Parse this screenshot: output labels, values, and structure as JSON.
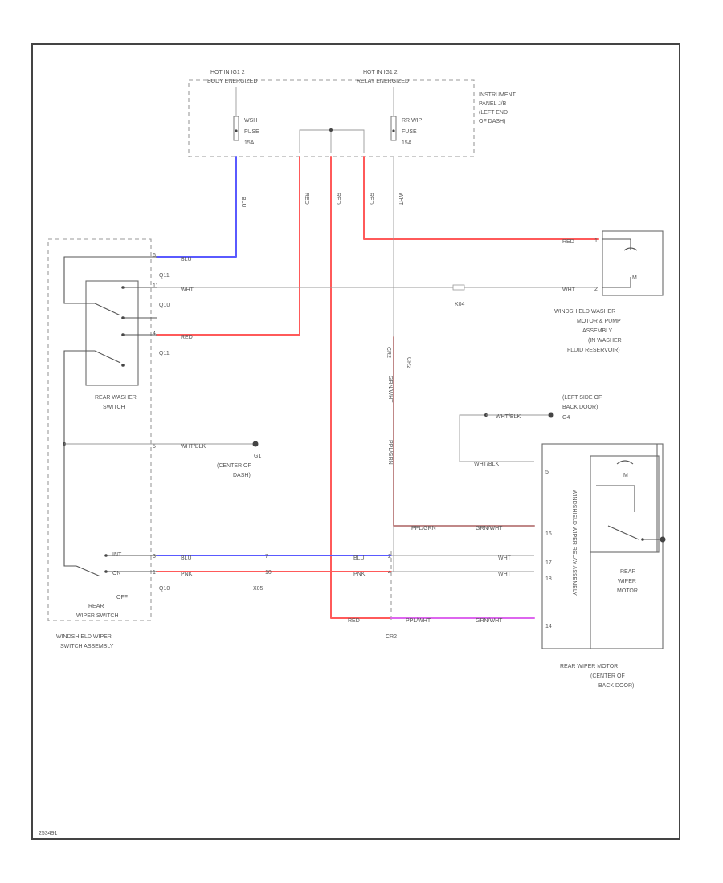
{
  "colors": {
    "red": "#ff5a5a",
    "blue": "#5a5aff",
    "violet": "#dd66ee",
    "gray": "#9a9a9a",
    "darkgray": "#888888"
  },
  "top": {
    "hot_left": "HOT IN IG1 2",
    "hot_left_sub": "BODY ENERGIZED",
    "hot_right": "HOT IN IG1 2",
    "hot_right_sub": "RELAY ENERGIZED",
    "fuse_left": [
      "WSH",
      "FUSE",
      "15A"
    ],
    "fuse_right": [
      "RR WIP",
      "FUSE",
      "15A"
    ],
    "panel": [
      "INSTRUMENT",
      "PANEL J/B",
      "(LEFT END",
      "OF DASH)"
    ]
  },
  "wires": {
    "blu_v": "BLU",
    "red_v1": "RED",
    "red_v2": "RED",
    "red_v3": "RED",
    "wht_v": "WHT",
    "blu_h": "BLU",
    "wht_h1": "WHT",
    "red_h1": "RED",
    "red_pump": "RED",
    "wht_pump": "WHT",
    "pplgrn_v": "PPL/GRN",
    "grnwht_v": "GRN/WHT",
    "pplgrn_h": "PPL/GRN",
    "grnwht_h": "GRN/WHT",
    "whtblk_g1": "WHT/BLK",
    "whtblk_g2": "WHT/BLK",
    "whtblk_top": "WHT/BLK",
    "blu_ct": "BLU",
    "pnk_ct": "PNK",
    "blu_ct2": "BLU",
    "pnk_ct2": "PNK",
    "wht_ct": "WHT",
    "wht_ct2": "WHT",
    "red_bot": "RED",
    "pplwht": "PPL/WHT",
    "grnwht_bot": "GRN/WHT"
  },
  "connectors": {
    "q11a": "Q11",
    "q10": "Q10",
    "q11b": "Q11",
    "q10b": "Q10",
    "k04": "K04",
    "cr2_a": "CR2",
    "cr2_b": "CR2",
    "cr2_c": "CR2",
    "x05": "X05"
  },
  "pins": {
    "p6": "6",
    "p11": "11",
    "p4": "4",
    "p5": "5",
    "p3": "3",
    "p1": "1",
    "p2": "2",
    "p7": "7",
    "p10": "10",
    "p2b": "2",
    "p4b": "4",
    "m5": "5",
    "m16": "16",
    "m17": "17",
    "m18": "18",
    "m14": "14"
  },
  "grounds": {
    "g01_name": "G1",
    "g01_loc": [
      "(CENTER OF",
      "DASH)"
    ],
    "g_door_loc": [
      "(LEFT SIDE OF",
      "BACK DOOR)"
    ],
    "g_door_name": "G4"
  },
  "switch": {
    "washer_label": [
      "REAR WASHER",
      "SWITCH"
    ],
    "wiper_labels": [
      "INT",
      "ON",
      "OFF"
    ],
    "wiper_name": [
      "REAR",
      "WIPER SWITCH"
    ],
    "assembly": [
      "WINDSHIELD WIPER",
      "SWITCH ASSEMBLY"
    ]
  },
  "pump": {
    "label": [
      "WINDSHIELD WASHER",
      "MOTOR & PUMP",
      "ASSEMBLY",
      "(IN WASHER",
      "FLUID RESERVOIR)"
    ],
    "m_symbol": "M"
  },
  "motor": {
    "relay_text": "WINDSHIELD WIPER RELAY ASSEMBLY",
    "motor_name": [
      "REAR",
      "WIPER",
      "MOTOR"
    ],
    "m_symbol": "M",
    "label": [
      "REAR WIPER MOTOR",
      "(CENTER OF",
      "BACK DOOR)"
    ]
  },
  "footer_id": "253491"
}
